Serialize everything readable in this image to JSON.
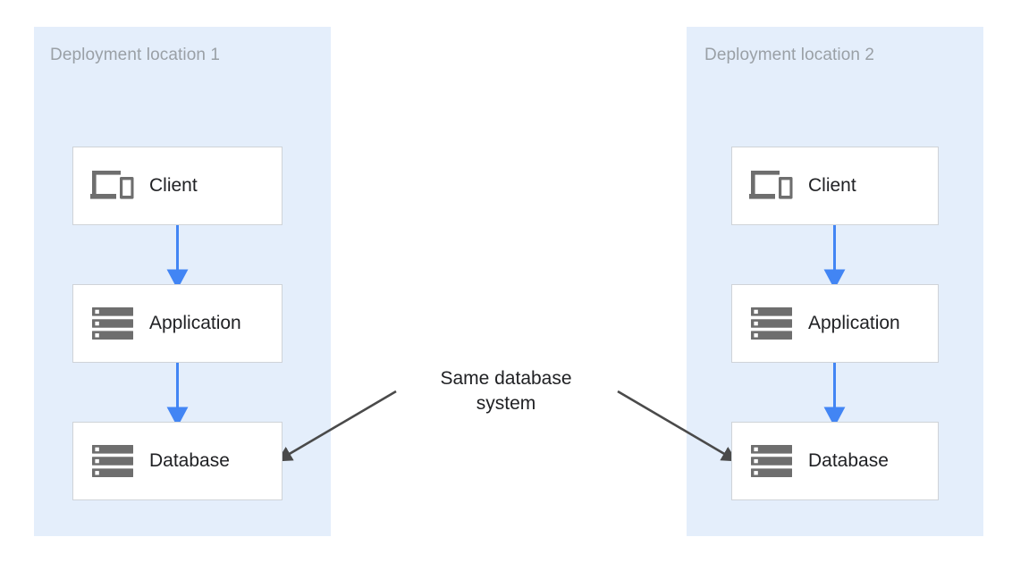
{
  "diagram": {
    "title_note": "Same database\nsystem",
    "colors": {
      "zone_background": "#e4eefb",
      "node_background": "#ffffff",
      "node_border": "#cfd3d8",
      "zone_label_text": "#9aa0a6",
      "node_label_text": "#202124",
      "flow_arrow": "#4285f4",
      "annotation_arrow": "#4a4a4a",
      "icon_gray": "#6e6e6e"
    },
    "zones": [
      {
        "id": "zone-1",
        "label": "Deployment location 1",
        "nodes": [
          {
            "id": "client-1",
            "label": "Client",
            "icon": "devices-icon"
          },
          {
            "id": "application-1",
            "label": "Application",
            "icon": "server-icon"
          },
          {
            "id": "database-1",
            "label": "Database",
            "icon": "server-icon"
          }
        ],
        "connections": [
          {
            "from": "client-1",
            "to": "application-1",
            "style": "blue-arrow-down"
          },
          {
            "from": "application-1",
            "to": "database-1",
            "style": "blue-arrow-down"
          }
        ]
      },
      {
        "id": "zone-2",
        "label": "Deployment location 2",
        "nodes": [
          {
            "id": "client-2",
            "label": "Client",
            "icon": "devices-icon"
          },
          {
            "id": "application-2",
            "label": "Application",
            "icon": "server-icon"
          },
          {
            "id": "database-2",
            "label": "Database",
            "icon": "server-icon"
          }
        ],
        "connections": [
          {
            "from": "client-2",
            "to": "application-2",
            "style": "blue-arrow-down"
          },
          {
            "from": "application-2",
            "to": "database-2",
            "style": "blue-arrow-down"
          }
        ]
      }
    ],
    "annotations": [
      {
        "id": "same-db-note",
        "text": "Same database\nsystem",
        "points_to": [
          "database-1",
          "database-2"
        ]
      }
    ]
  }
}
